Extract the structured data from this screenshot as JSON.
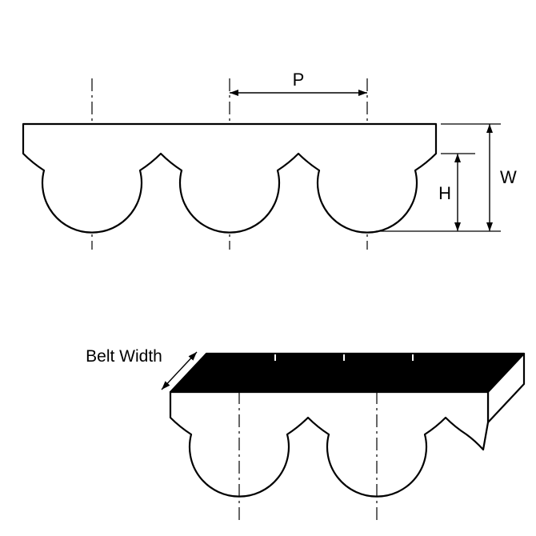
{
  "diagram": {
    "type": "technical-drawing",
    "subject": "Timing belt tooth profile: section view with pitch, thickness and tooth height dimensions, plus 3D perspective view",
    "colors": {
      "line": "#000000",
      "belt_fill": "#ffffff",
      "top_face_fill": "#000000",
      "side_face_fill": "#ffffff",
      "background": "#ffffff"
    },
    "labels": {
      "pitch": "P",
      "belt_thickness": "W",
      "tooth_height": "H",
      "belt_width": "Belt Width"
    },
    "views": {
      "profile_view_teeth_visible": 3,
      "perspective_view_full_teeth_visible": 2
    }
  }
}
